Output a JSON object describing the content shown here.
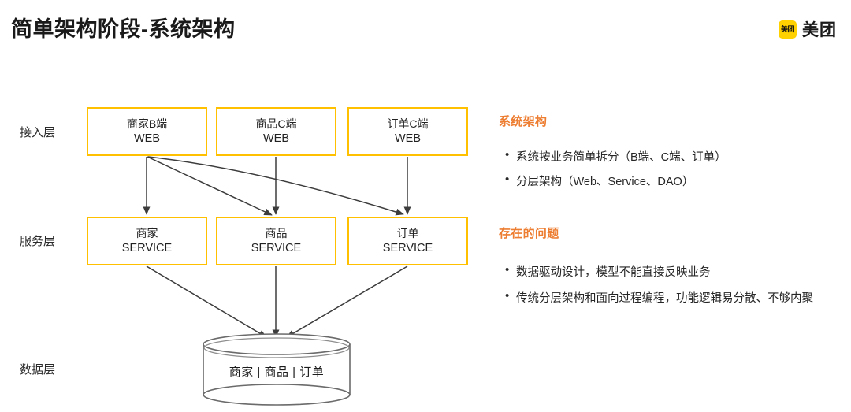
{
  "slide": {
    "title": "简单架构阶段-系统架构",
    "accent_orange": "#ED7D31",
    "box_border": "#FFC000",
    "logo_yellow": "#FFD100"
  },
  "brand": {
    "mark_text": "美团",
    "name": "美团"
  },
  "diagram": {
    "layers": [
      {
        "key": "access",
        "label": "接入层"
      },
      {
        "key": "service",
        "label": "服务层"
      },
      {
        "key": "data",
        "label": "数据层"
      }
    ],
    "web_nodes": [
      {
        "line1": "商家B端",
        "line2": "WEB"
      },
      {
        "line1": "商品C端",
        "line2": "WEB"
      },
      {
        "line1": "订单C端",
        "line2": "WEB"
      }
    ],
    "service_nodes": [
      {
        "line1": "商家",
        "line2": "SERVICE"
      },
      {
        "line1": "商品",
        "line2": "SERVICE"
      },
      {
        "line1": "订单",
        "line2": "SERVICE"
      }
    ],
    "database": {
      "label": "商家 | 商品 | 订单"
    }
  },
  "notes": {
    "architecture": {
      "heading": "系统架构",
      "bullets": [
        "系统按业务简单拆分（B端、C端、订单）",
        "分层架构（Web、Service、DAO）"
      ]
    },
    "problems": {
      "heading": "存在的问题",
      "bullets": [
        "数据驱动设计，模型不能直接反映业务",
        "传统分层架构和面向过程编程，功能逻辑易分散、不够内聚"
      ]
    },
    "bullet_glyph": "•"
  }
}
